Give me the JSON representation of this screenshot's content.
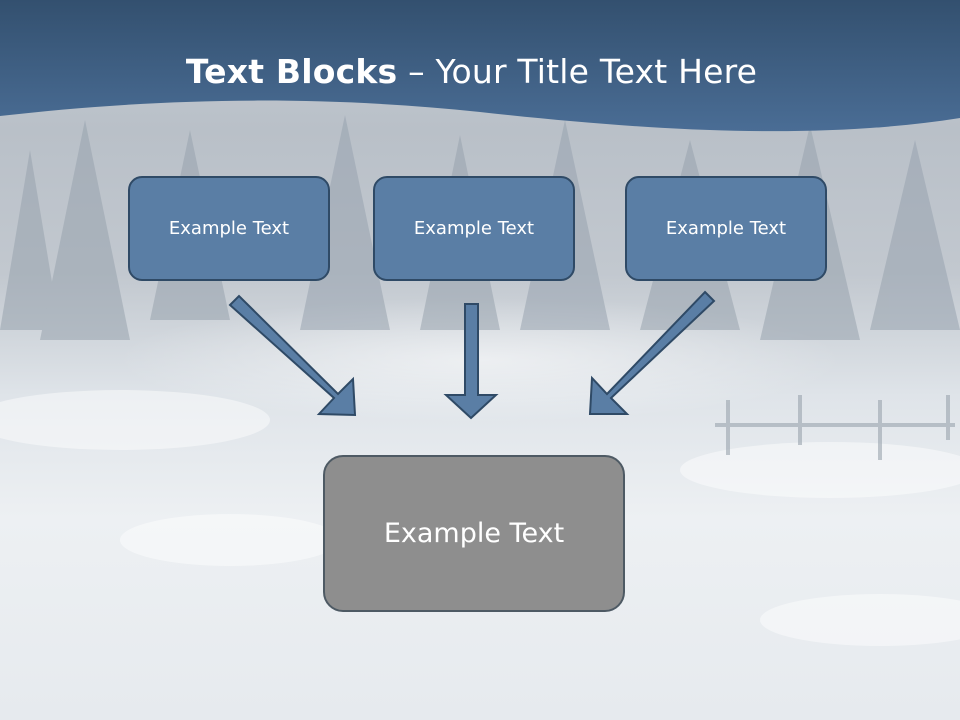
{
  "title": {
    "bold": "Text Blocks",
    "dash": " – ",
    "rest": "Your Title Text Here"
  },
  "boxes": {
    "left": "Example Text",
    "middle": "Example Text",
    "right": "Example Text",
    "bottom": "Example Text"
  },
  "colors": {
    "header_band": "#3f5f86",
    "box_fill": "#5a7ea5",
    "box_border": "#2f4a66",
    "bottom_box_fill": "#8e8e8e",
    "arrow_fill": "#5a7ea5",
    "arrow_stroke": "#2f4a66"
  }
}
